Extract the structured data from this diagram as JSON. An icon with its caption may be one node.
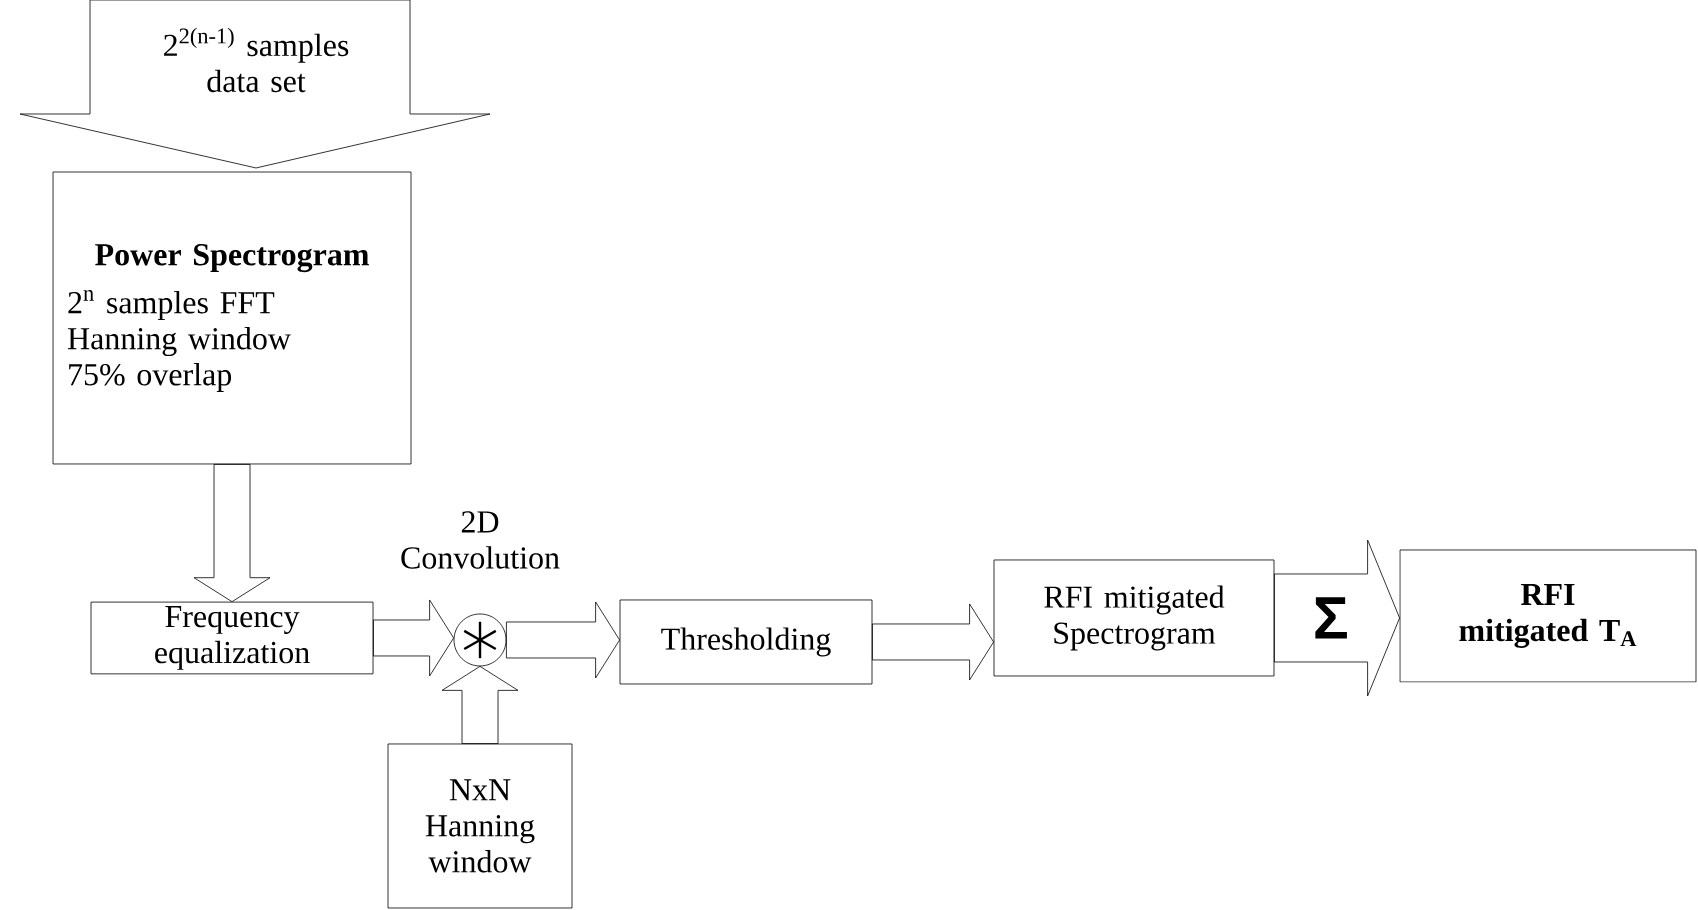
{
  "diagram": {
    "nodes": [
      {
        "text": [
          "2$^{2(n-1)}$ samples data set"
        ]
      },
      {
        "text": [
          "Power Spectrogram",
          "2$^{n}$ samples FFT",
          "Hanning window",
          "75% overlap"
        ]
      },
      {
        "text": [
          "Frequency equalization"
        ]
      },
      {
        "text": [],
        "shape": "circle",
        "beside": [
          "2D Convolution"
        ]
      },
      {
        "text": [
          "NxN Hanning window"
        ]
      },
      {
        "text": [
          "Thresholding"
        ]
      },
      {
        "text": [
          "RFI mitigated Spectrogram"
        ]
      },
      {
        "text": [
          "RFI mitigated T$_{A}$"
        ]
      }
    ],
    "edges": [
      {
        "from": 1,
        "to": 2,
        "arrow": "to"
      },
      {
        "from": 2,
        "to": 3,
        "arrow": "to"
      },
      {
        "from": 4,
        "to": 3,
        "arrow": "to"
      },
      {
        "from": 3,
        "to": 5,
        "arrow": "to"
      },
      {
        "from": 5,
        "to": 6,
        "arrow": "to"
      },
      {
        "from": 6,
        "to": 7,
        "arrow": "to",
        "label": "Σ"
      }
    ]
  }
}
